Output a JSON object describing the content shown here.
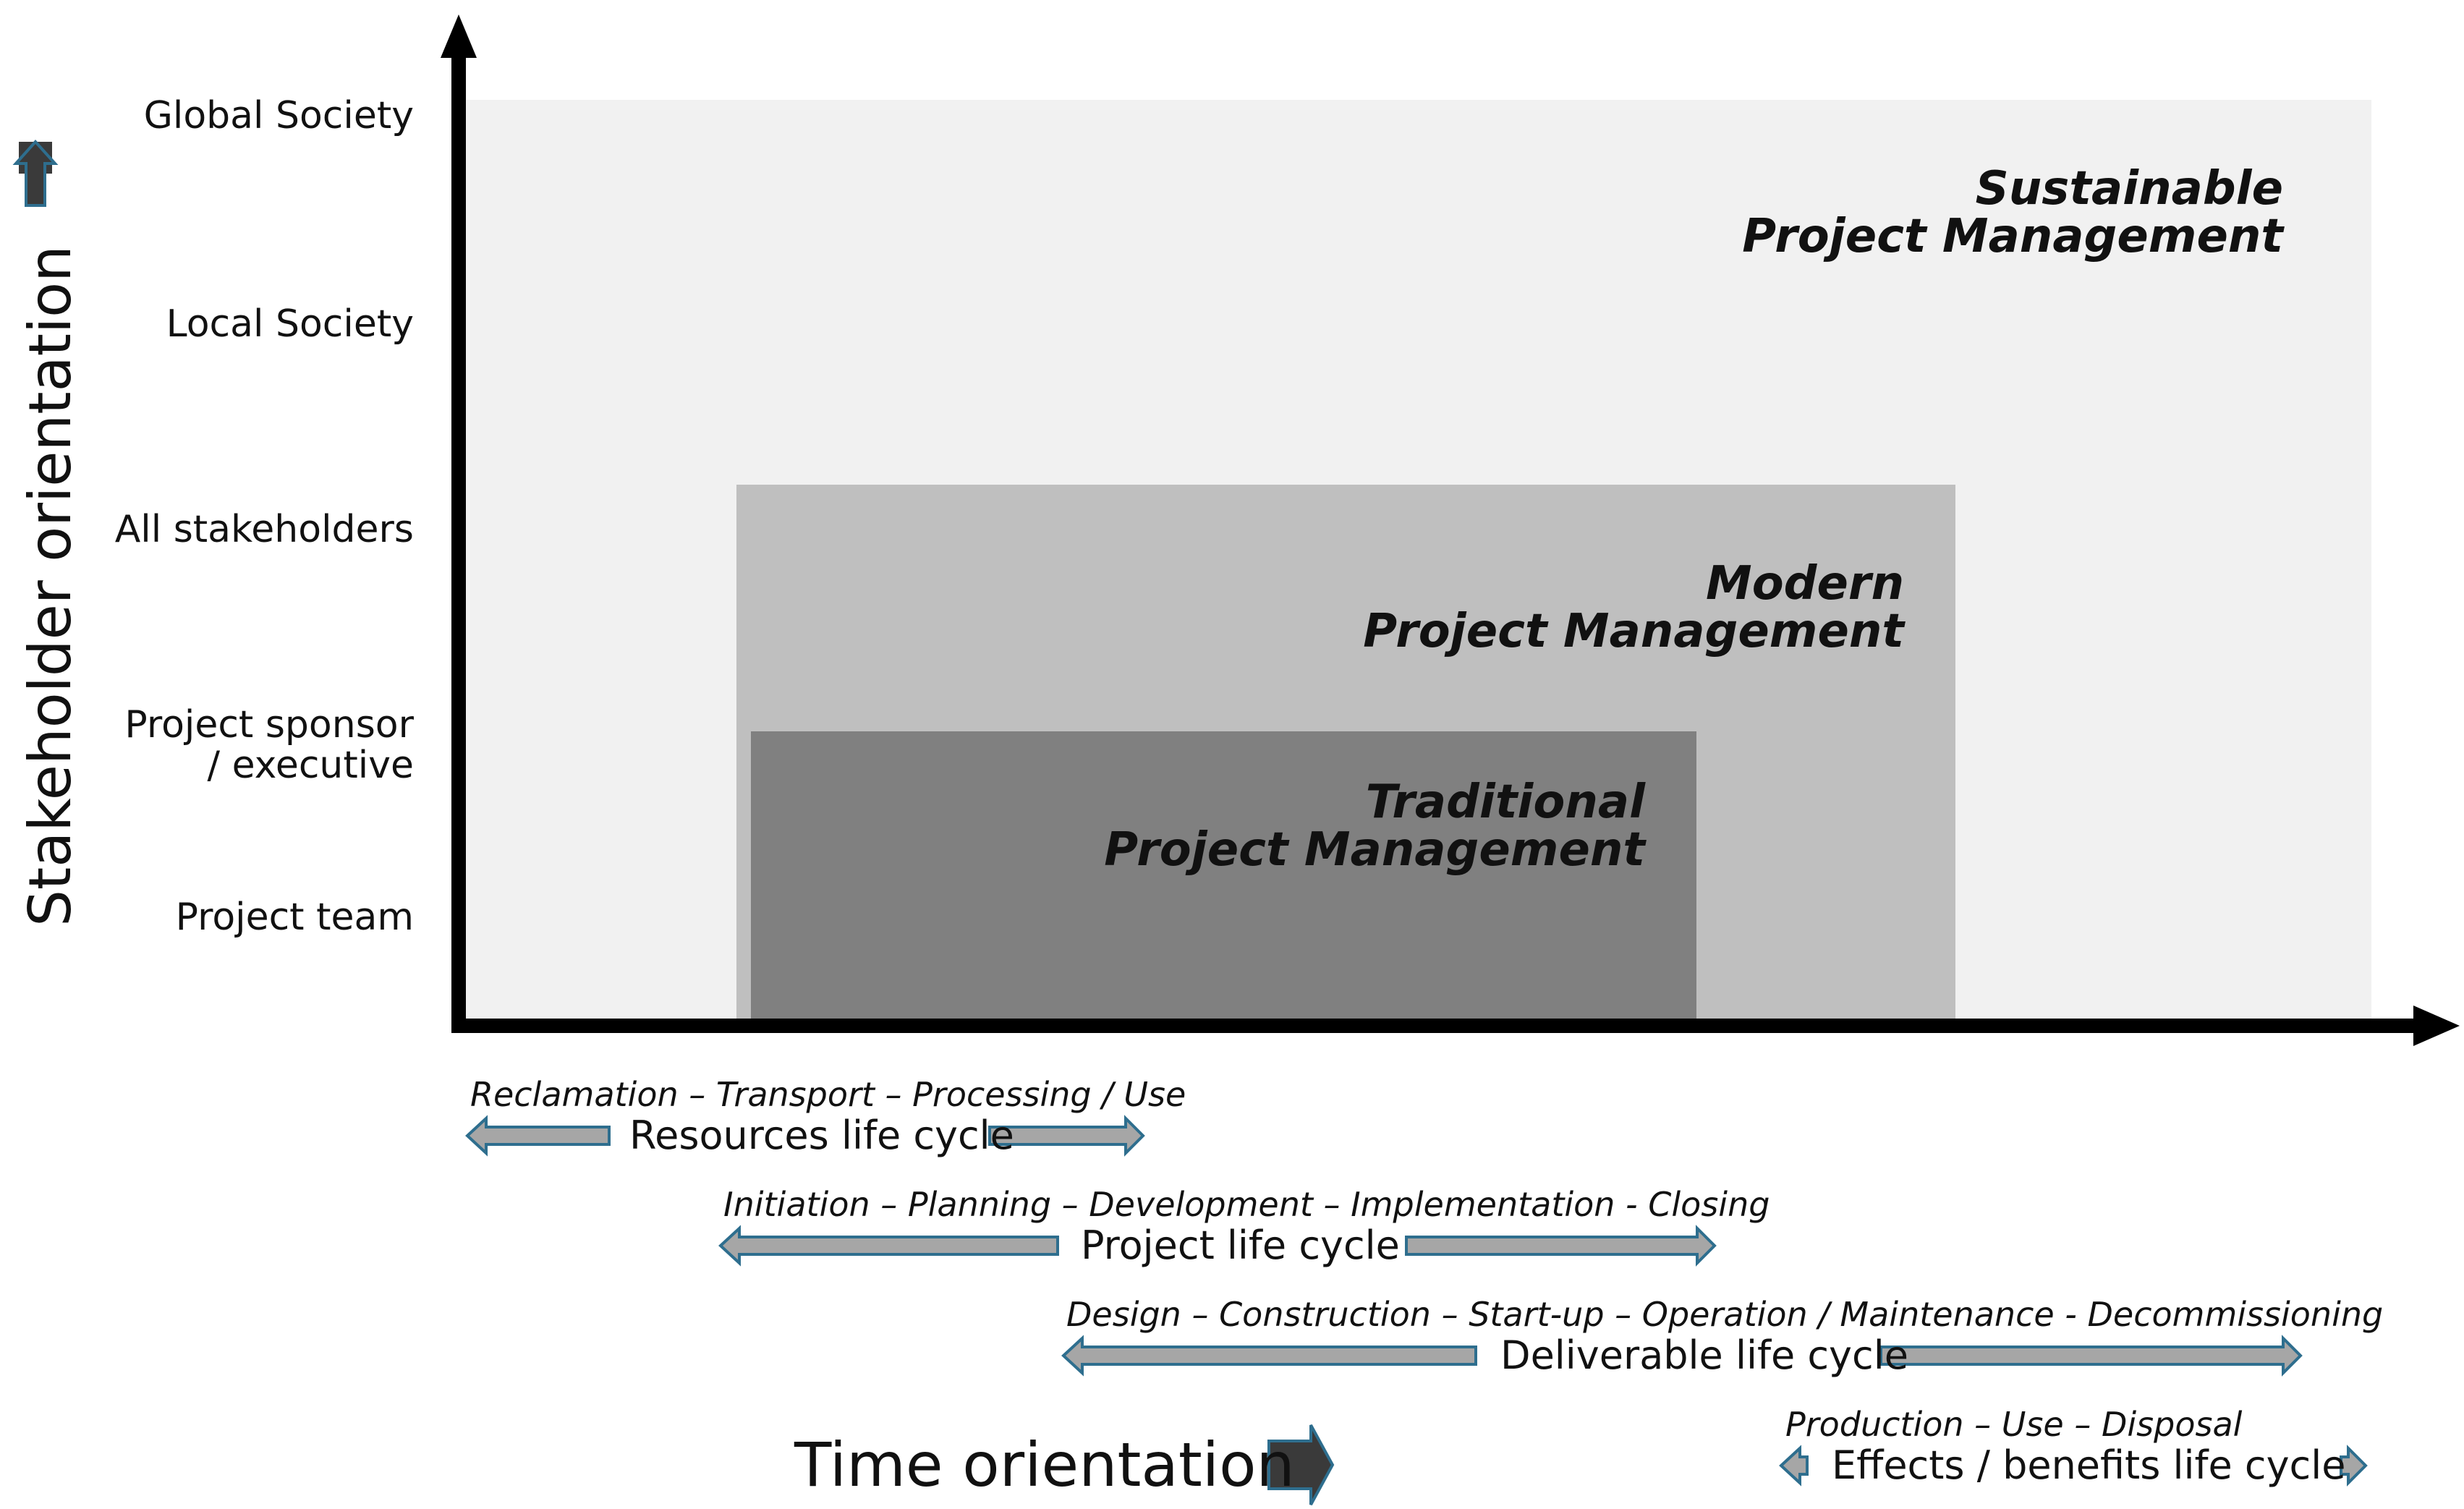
{
  "y_axis": {
    "title": "Stakeholder orientation",
    "levels": [
      "Global Society",
      "Local Society",
      "All stakeholders",
      "Project sponsor / executive",
      "Project team"
    ]
  },
  "x_axis": {
    "title": "Time orientation"
  },
  "regions": {
    "sustainable": {
      "line1": "Sustainable",
      "line2": "Project Management"
    },
    "modern": {
      "line1": "Modern",
      "line2": "Project Management"
    },
    "traditional": {
      "line1": "Traditional",
      "line2": "Project Management"
    }
  },
  "life_cycles": [
    {
      "phases": "Reclamation – Transport – Processing / Use",
      "label": "Resources life cycle"
    },
    {
      "phases": "Initiation – Planning – Development – Implementation - Closing",
      "label": "Project life cycle"
    },
    {
      "phases": "Design – Construction – Start-up – Operation / Maintenance - Decommissioning",
      "label": "Deliverable life cycle"
    },
    {
      "phases": "Production – Use – Disposal",
      "label": "Effects / benefits life cycle"
    }
  ],
  "colors": {
    "sustainable_fill": "#f1f1f1",
    "modern_fill": "#bfbfbf",
    "traditional_fill": "#808080",
    "axis": "#000000",
    "arrow_fill": "#a6a6a6",
    "arrow_stroke": "#2e6e8e",
    "orientation_arrow_fill": "#3a3a3a"
  }
}
